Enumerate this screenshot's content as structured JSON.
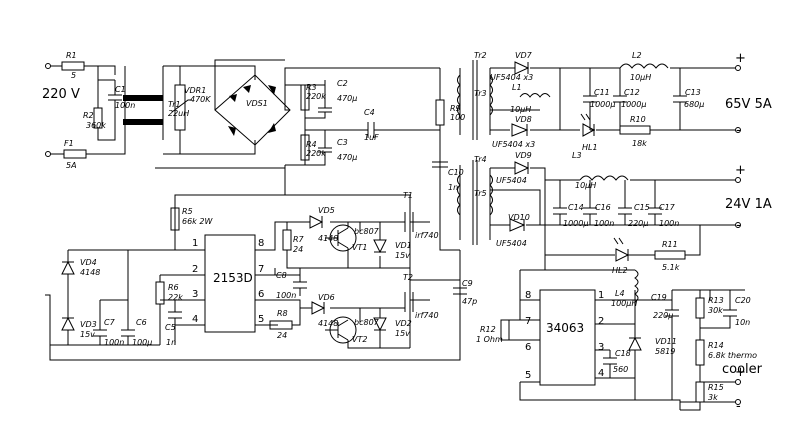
{
  "labels": {
    "R1": "R1",
    "R1v": "5",
    "C1": "C1",
    "C1v": "100n",
    "R2": "R2",
    "R2v": "360k",
    "F1": "F1",
    "F1v": "5A",
    "Tr1": "Tr1",
    "Tr1v": "22uH",
    "VDR1": "VDR1",
    "VDR1v": "470K",
    "VDS1": "VDS1",
    "R3": "R3",
    "R3v": "220k",
    "C2": "C2",
    "C2v": "470µ",
    "R4": "R4",
    "R4v": "220k",
    "C3": "C3",
    "C3v": "470µ",
    "C4": "C4",
    "C4v": "1uF",
    "R9": "R9",
    "R9v": "100",
    "C10": "C10",
    "C10v": "1n",
    "Tr2": "Tr2",
    "Tr3": "Tr3",
    "Tr4": "Tr4",
    "Tr5": "Tr5",
    "VD7": "VD7",
    "VD7v": "UF5404 x3",
    "VD8": "VD8",
    "VD8v": "UF5404 x3",
    "L1": "L1",
    "L1v": "10µH",
    "L2": "L2",
    "L2v": "10µH",
    "C11": "C11",
    "C11v": "1000µ",
    "C12": "C12",
    "C12v": "1000µ",
    "C13": "C13",
    "C13v": "680µ",
    "HL1": "HL1",
    "R10": "R10",
    "R10v": "18k",
    "VD9": "VD9",
    "VD9v": "UF5404",
    "VD10": "VD10",
    "VD10v": "UF5404",
    "L3": "L3",
    "L3v": "10µH",
    "C14": "C14",
    "C14v": "1000µ",
    "C16": "C16",
    "C16v": "100n",
    "C15": "C15",
    "C15v": "220µ",
    "C17": "C17",
    "C17v": "100n",
    "HL2": "HL2",
    "R11": "R11",
    "R11v": "5.1k",
    "R5": "R5",
    "R5v": "66k 2W",
    "IC1": "2153D",
    "VD5": "VD5",
    "VD5v": "4148",
    "VT1": "VT1",
    "VT1v": "bc807",
    "T1": "T1",
    "T1v": "irf740",
    "R7": "R7",
    "R7v": "24",
    "VD1": "VD1",
    "VD1v": "15v",
    "C8": "C8",
    "C8v": "100n",
    "VD6": "VD6",
    "VD6v": "4148",
    "VT2": "VT2",
    "VT2v": "bc807",
    "T2": "T2",
    "T2v": "irf740",
    "R8": "R8",
    "R8v": "24",
    "VD2": "VD2",
    "VD2v": "15v",
    "VD4": "VD4",
    "VD4v": "4148",
    "VD3": "VD3",
    "VD3v": "15v",
    "C7": "C7",
    "C7v": "100n",
    "C6": "C6",
    "C6v": "100µ",
    "R6": "R6",
    "R6v": "22k",
    "C5": "C5",
    "C5v": "1n",
    "C9": "C9",
    "C9v": "47p",
    "IC2": "34063",
    "R12": "R12",
    "R12v": "1 Ohm",
    "L4": "L4",
    "L4v": "100µH",
    "C19": "C19",
    "C19v": "220µ",
    "VD11": "VD11",
    "VD11v": "5819",
    "C18": "C18",
    "C18v": "560",
    "R13": "R13",
    "R13v": "30k",
    "C20": "C20",
    "C20v": "10n",
    "R14": "R14",
    "R14v": "6.8k thermo",
    "R15": "R15",
    "R15v": "3k"
  },
  "mains": "220 V",
  "out1": "65V 5A",
  "out2": "24V 1A",
  "cooler": "cooler",
  "plus": "+",
  "minus": "-",
  "pins": {
    "p1": "1",
    "p2": "2",
    "p3": "3",
    "p4": "4",
    "p5": "5",
    "p6": "6",
    "p7": "7",
    "p8": "8",
    "q1": "1",
    "q2": "2",
    "q3": "3",
    "q4": "4",
    "q5": "5",
    "q6": "6",
    "q7": "7",
    "q8": "8"
  }
}
